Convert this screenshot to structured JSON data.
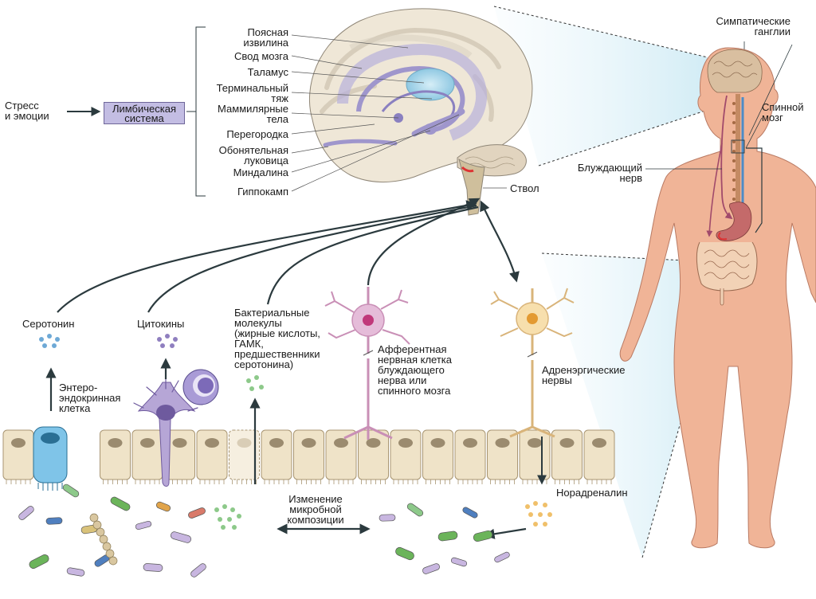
{
  "input": {
    "stress": "Стресс\nи эмоции",
    "limbic": "Лимбическая\nсистема"
  },
  "brain_parts": [
    "Поясная\nизвилина",
    "Свод мозга",
    "Таламус",
    "Терминальный\nтяж",
    "Маммилярные\nтела",
    "Перегородка",
    "Обонятельная\nлуковица",
    "Миндалина",
    "Гиппокамп"
  ],
  "brainstem": "Ствол",
  "body": {
    "ganglia": "Симпатические\nганглии",
    "spinal_cord": "Спинной\nмозг",
    "vagus": "Блуждающий\nнерв"
  },
  "gut": {
    "serotonin": "Серотонин",
    "cytokines": "Цитокины",
    "bacterial": "Бактериальные\nмолекулы\n(жирные кислоты,\nГАМК,\nпредшественники\nсеротонина)",
    "enteroendocrine": "Энтеро-\nэндокринная\nклетка",
    "afferent": "Афферентная\nнервная клетка\nблуждающего\nнерва или\nспинного мозга",
    "adrenergic": "Адренэргические\nнервы",
    "noradrenaline": "Норадреналин",
    "microbial_change": "Изменение\nмикробной\nкомпозиции"
  },
  "colors": {
    "limbic_box": "#c3bde3",
    "arrow": "#2b3a3e",
    "body_skin": "#f0b497",
    "brain": "#efe7d7",
    "limbic_structures": "#9f96cc",
    "thalamus": "#a9d7ea",
    "epithelium": "#efe3c8",
    "nucleus": "#9b8b6f",
    "enteroendocrine": "#7fc4e8",
    "afferent_neuron": "#e5bcd9",
    "adrenergic_neuron": "#f7dfad",
    "vagus_nerve": "#a14a6b",
    "spinal_cord": "#4c8cc7"
  }
}
